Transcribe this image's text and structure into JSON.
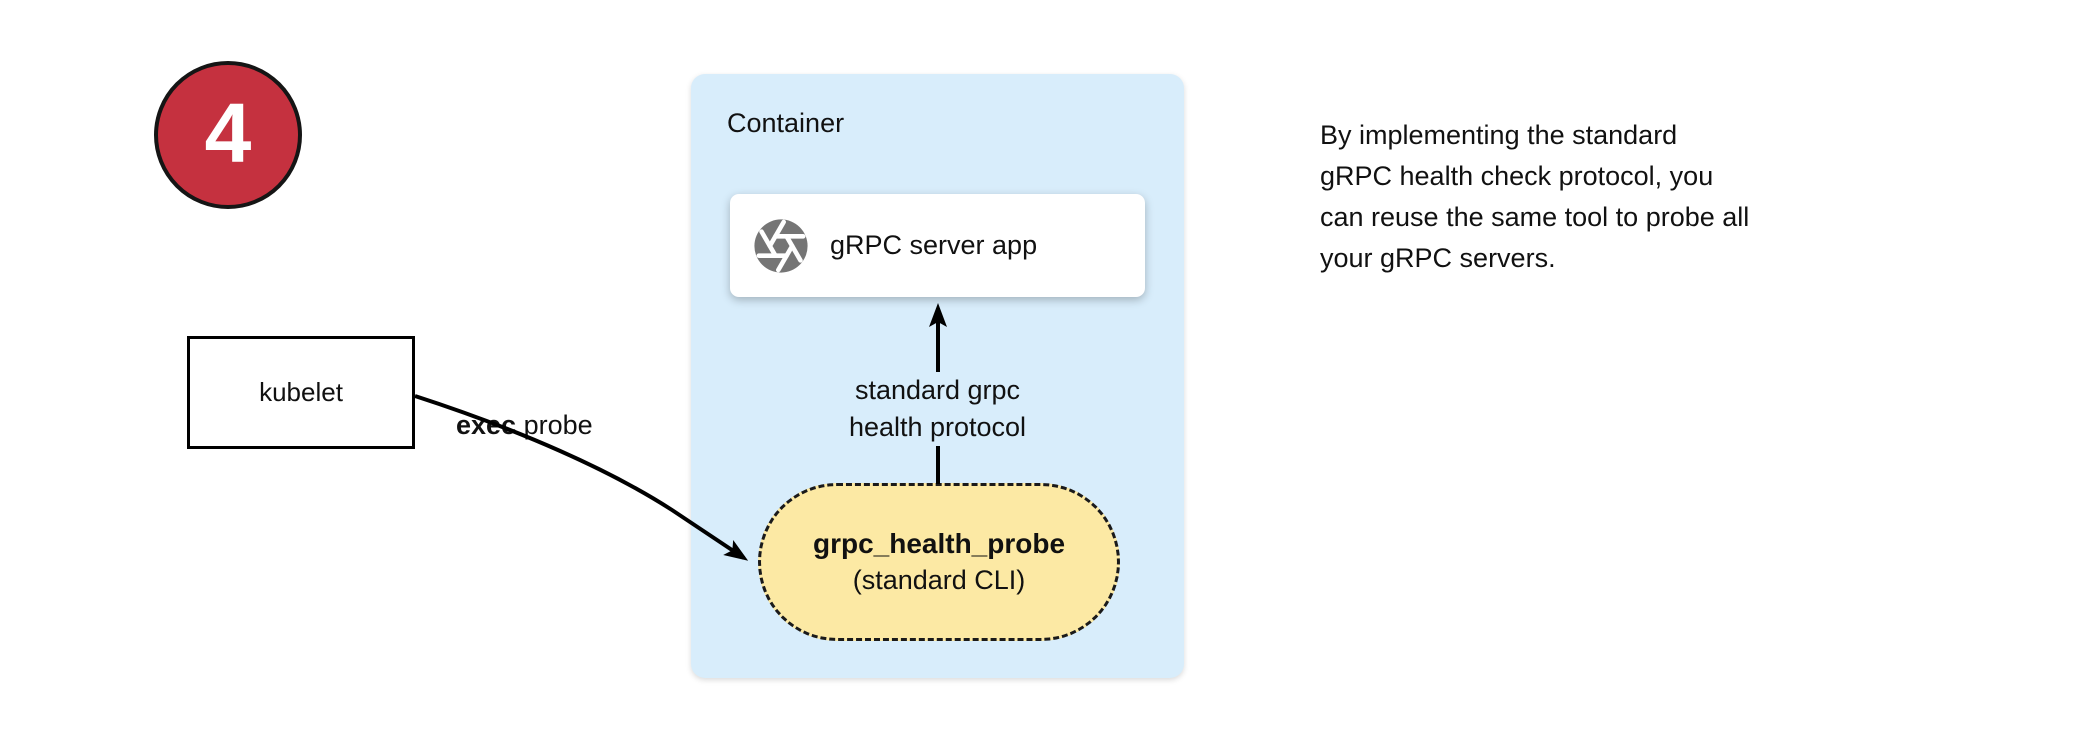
{
  "colors": {
    "background": "#ffffff",
    "badge_fill": "#c5313f",
    "badge_border": "#151515",
    "container_fill": "#d8edfb",
    "capsule_fill": "#fce9a4",
    "capsule_border": "#1a1a1a",
    "box_border": "#000000",
    "arrow": "#000000",
    "icon_gray": "#757575",
    "text": "#111111"
  },
  "badge": {
    "number": "4"
  },
  "kubelet": {
    "label": "kubelet"
  },
  "exec_probe": {
    "bold": "exec",
    "rest": " probe"
  },
  "container": {
    "title": "Container",
    "server_box": {
      "icon": "grpc-aperture-icon",
      "label": "gRPC server app"
    },
    "arrow_label": {
      "line1": "standard grpc",
      "line2": "health protocol"
    },
    "probe_capsule": {
      "title": "grpc_health_probe",
      "subtitle": "(standard CLI)"
    }
  },
  "note": {
    "lines": [
      "By implementing the standard",
      "gRPC health check protocol, you",
      "can reuse the same tool to probe all",
      "your gRPC servers."
    ]
  }
}
